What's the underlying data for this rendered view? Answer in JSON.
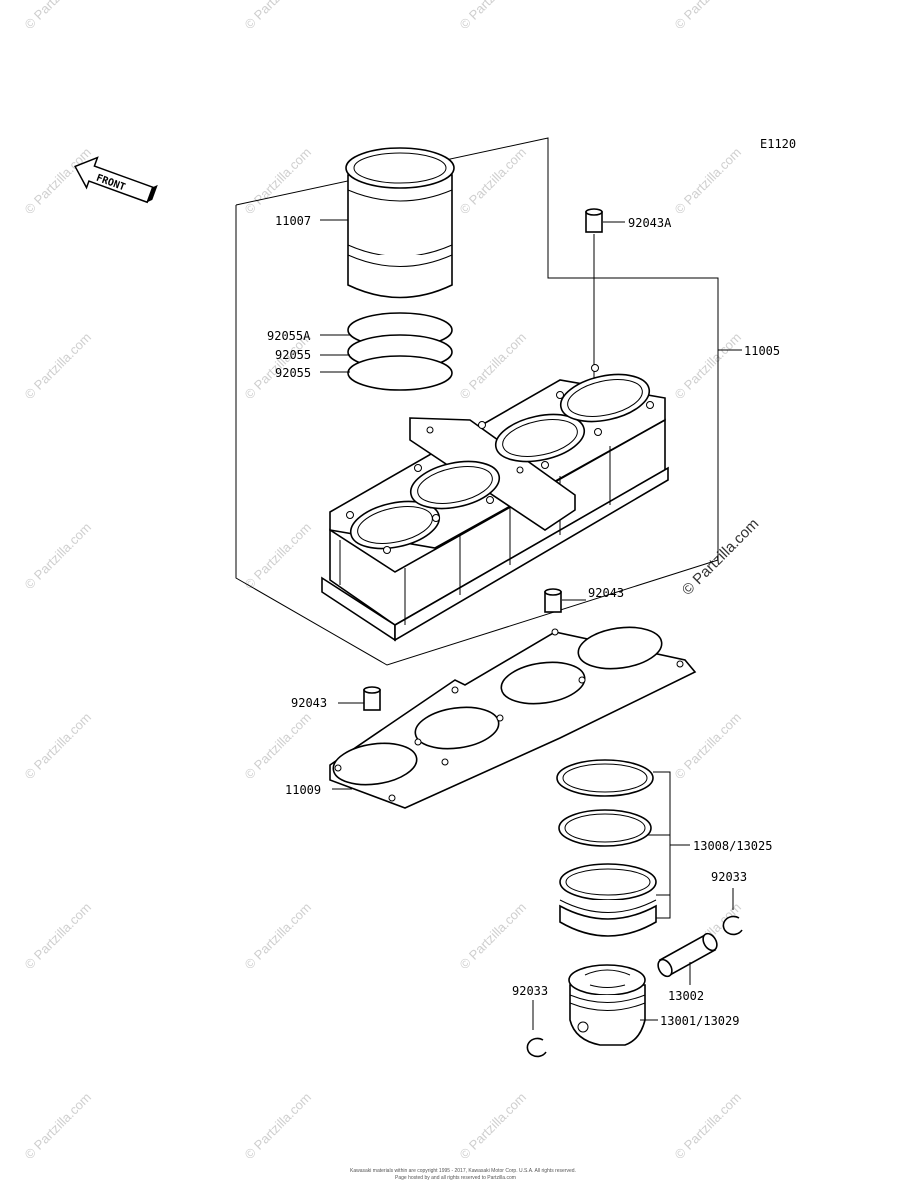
{
  "diagram_code": "E1120",
  "front_label": "FRONT",
  "watermark_text": "© Partzilla.com",
  "copyright_line1": "Kawasaki materials within are copyright 1995 - 2017, Kawasaki Motor Corp. U.S.A. All rights reserved.",
  "copyright_line2": "Page hosted by and all rights reserved to Partzilla.com",
  "parts": {
    "p11007": "11007",
    "p92043a": "92043A",
    "p92055a": "92055A",
    "p92055_1": "92055",
    "p92055_2": "92055",
    "p11005": "11005",
    "p92043_top": "92043",
    "p92043_left": "92043",
    "p11009": "11009",
    "p13008": "13008/13025",
    "p92033_right": "92033",
    "p13002": "13002",
    "p92033_left": "92033",
    "p13001": "13001/13029"
  }
}
